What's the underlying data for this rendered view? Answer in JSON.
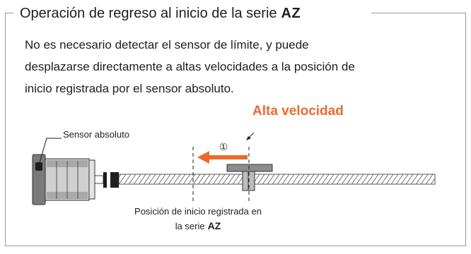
{
  "panel": {
    "heading": "Operación de regreso al inicio de la serie",
    "series_name": "AZ",
    "description_lines": [
      "No es necesario detectar el sensor de límite, y puede",
      "desplazarse directamente a altas velocidades a la posición de",
      "inicio registrada por el sensor absoluto."
    ]
  },
  "diagram": {
    "speed_label": "Alta velocidad",
    "step_marker": "①",
    "sensor_label": "Sensor absoluto",
    "caption_line1": "Posición de inicio registrada en",
    "caption_line2": "la serie",
    "caption_series": "AZ"
  },
  "colors": {
    "accent": "#ed6a2e",
    "frame": "#999999",
    "motor_dark": "#555555",
    "motor_light": "#bdbdbd"
  }
}
